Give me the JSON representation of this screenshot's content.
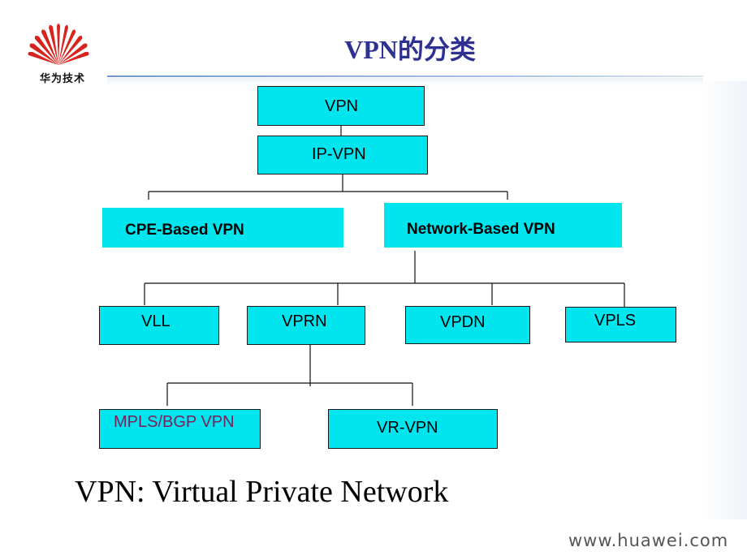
{
  "header": {
    "logo_text": "华为技术",
    "title": "VPN的分类"
  },
  "tree": {
    "root": "VPN",
    "ip_vpn": "IP-VPN",
    "cpe_based": "CPE-Based VPN",
    "network_based": "Network-Based VPN",
    "vll": "VLL",
    "vprn": "VPRN",
    "vpdn": "VPDN",
    "vpls": "VPLS",
    "mpls_bgp": "MPLS/BGP VPN",
    "vr_vpn": "VR-VPN"
  },
  "footer": {
    "definition": "VPN: Virtual Private Network",
    "url": "www.huawei.com"
  },
  "colors": {
    "node_fill": "#00e5ee",
    "title": "#2e3191",
    "accent_text": "#7a1f5c"
  }
}
